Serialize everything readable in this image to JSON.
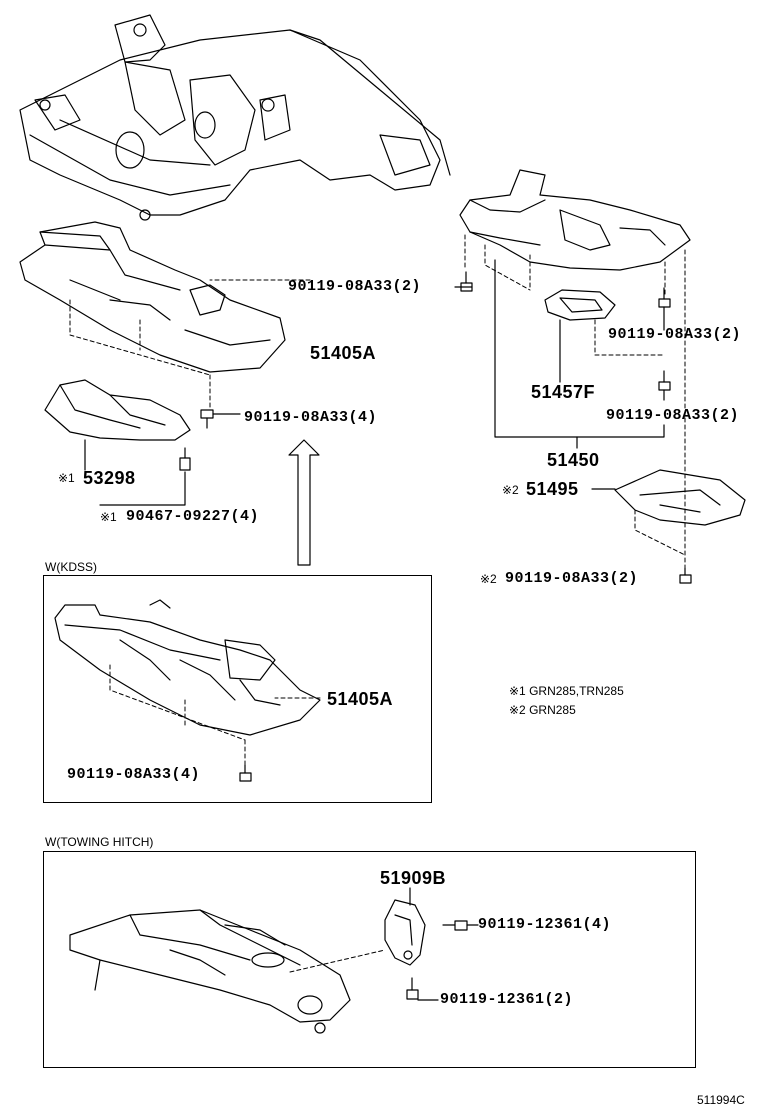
{
  "labels": {
    "p_90119_08a33_2_left": "90119-08A33(2)",
    "p_90119_08a33_2_mid": "90119-08A33(2)",
    "p_90119_08a33_2_right": "90119-08A33(2)",
    "p_51405a_top": "51405A",
    "p_51457f": "51457F",
    "p_90119_08a33_4_top": "90119-08A33(4)",
    "p_51450": "51450",
    "p_53298_mark": "※1",
    "p_53298": "53298",
    "p_51495_mark": "※2",
    "p_51495": "51495",
    "p_90467_mark": "※1",
    "p_90467": "90467-09227(4)",
    "p_90119_08a33_2_bottom_mark": "※2",
    "p_90119_08a33_2_bottom": "90119-08A33(2)",
    "kdss_title": "W(KDSS)",
    "p_51405a_kdss": "51405A",
    "p_90119_08a33_4_kdss": "90119-08A33(4)",
    "note_1": "※1 GRN285,TRN285",
    "note_2": "※2 GRN285",
    "tow_title": "W(TOWING HITCH)",
    "p_51909b": "51909B",
    "p_90119_12361_4": "90119-12361(4)",
    "p_90119_12361_2": "90119-12361(2)",
    "figure_id": "511994C"
  },
  "icons": [
    "frame-illustration",
    "skid-plate",
    "bolt",
    "bracket",
    "arrow-up"
  ]
}
